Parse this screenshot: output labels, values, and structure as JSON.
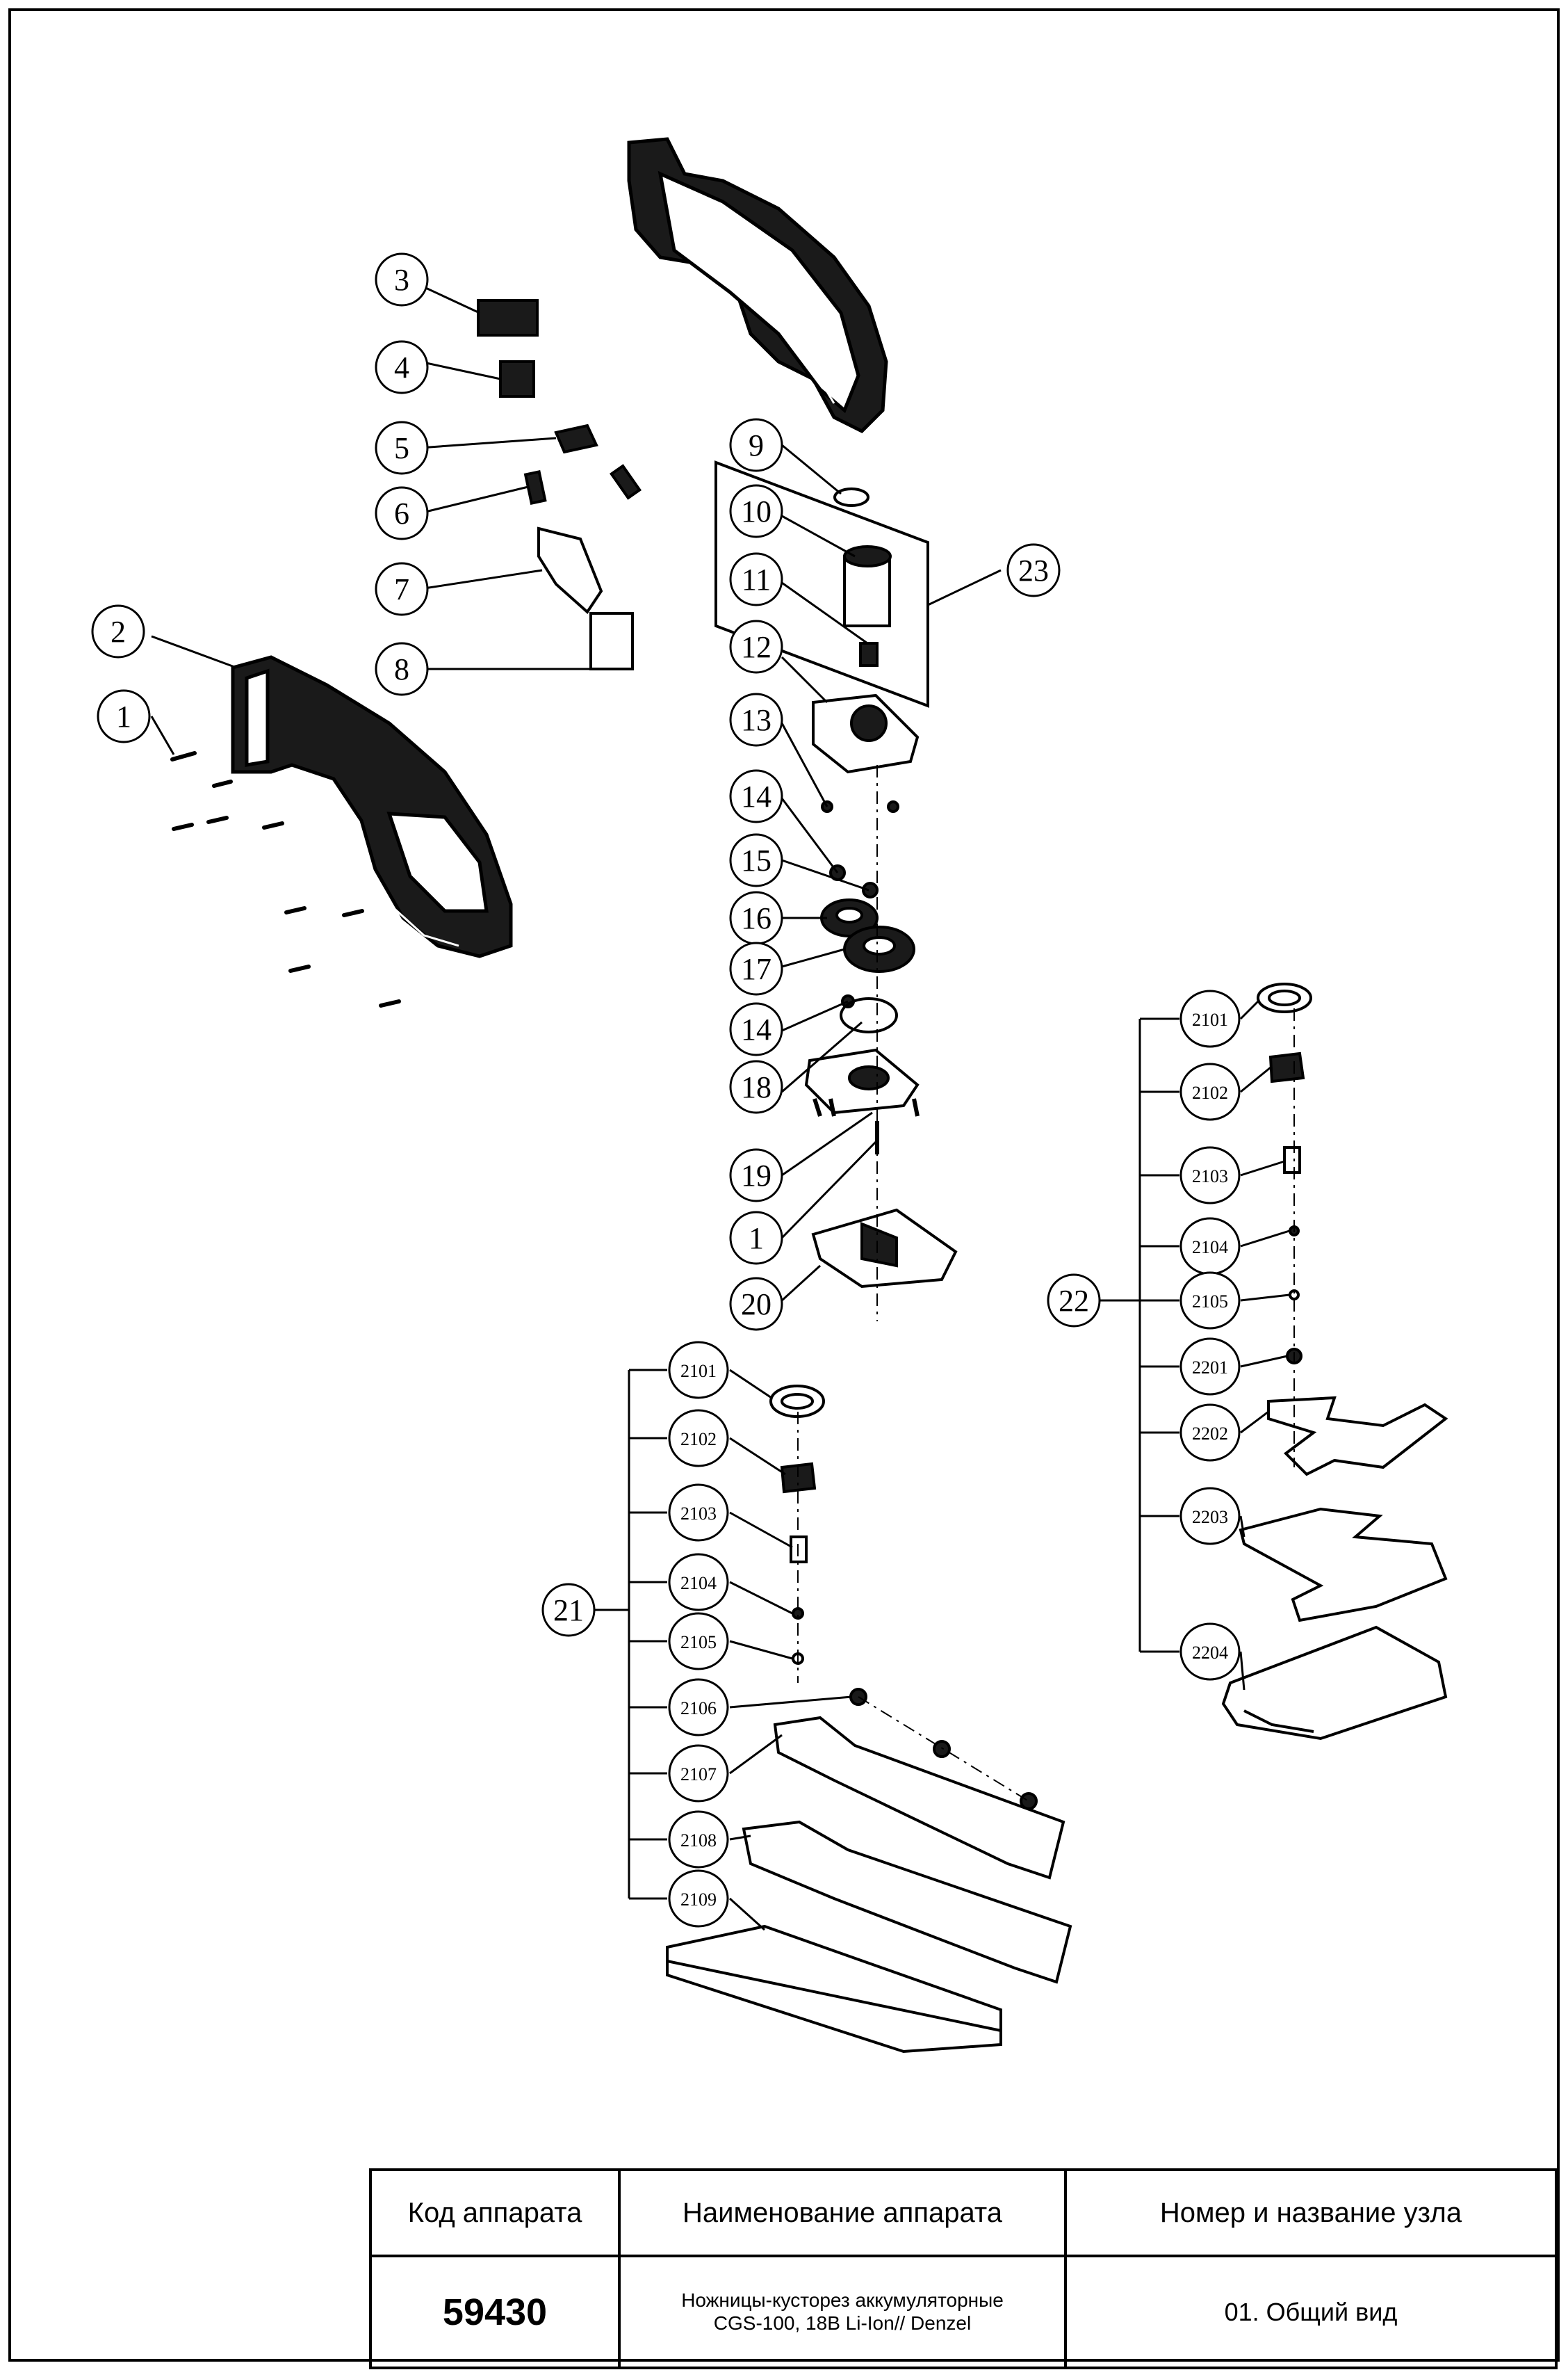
{
  "diagram": {
    "callouts_main": [
      "1",
      "2",
      "3",
      "4",
      "5",
      "6",
      "7",
      "8",
      "9",
      "10",
      "11",
      "12",
      "13",
      "14",
      "15",
      "16",
      "17",
      "14",
      "18",
      "19",
      "1",
      "20",
      "23"
    ],
    "assembly_21": {
      "label": "21",
      "items": [
        "2101",
        "2102",
        "2103",
        "2104",
        "2105",
        "2106",
        "2107",
        "2108",
        "2109"
      ]
    },
    "assembly_22": {
      "label": "22",
      "items": [
        "2101",
        "2102",
        "2103",
        "2104",
        "2105",
        "2201",
        "2202",
        "2203",
        "2204"
      ]
    }
  },
  "title_block": {
    "headers": {
      "code": "Код аппарата",
      "name": "Наименование аппарата",
      "node": "Номер и название узла"
    },
    "values": {
      "code": "59430",
      "name_line1": "Ножницы-кусторез аккумуляторные",
      "name_line2": "CGS-100, 18В Li-Ion// Denzel",
      "node": "01. Общий вид"
    }
  }
}
